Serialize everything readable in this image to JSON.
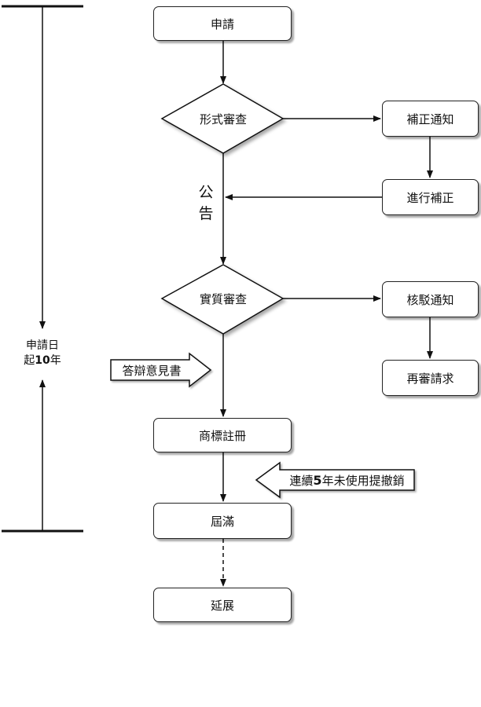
{
  "nodes": {
    "apply": "申請",
    "formal_review": "形式審查",
    "correction_notice": "補正通知",
    "make_correction": "進行補正",
    "substantive_review": "實質審查",
    "rejection_notice": "核駁通知",
    "re_examination": "再審請求",
    "registration": "商標註冊",
    "expiry": "屆滿",
    "renewal": "延展"
  },
  "labels": {
    "announcement": [
      "公",
      "告"
    ],
    "response": "答辯意見書",
    "revocation_pre": "連續",
    "revocation_num": "5",
    "revocation_post": "年未使用提撤銷",
    "term_line1": "申請日",
    "term_line2_pre": "起",
    "term_line2_num": "10",
    "term_line2_post": "年"
  }
}
